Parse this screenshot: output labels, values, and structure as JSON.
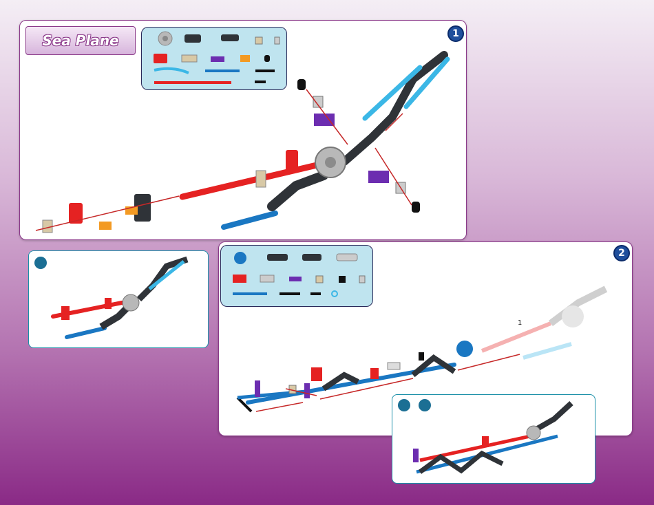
{
  "page": {
    "title": "Sea Plane",
    "steps": [
      "1",
      "2"
    ],
    "callout_number": "1"
  },
  "colors": {
    "page_gradient_top": "#f4eef5",
    "page_gradient_bottom": "#8a2a86",
    "panel_border": "#8b3a8a",
    "inset_border": "#1a8fa8",
    "parts_background": "#bfe4ef",
    "badge": "#1f4f9c",
    "red_rod": "#e52222",
    "blue_rod": "#1a77c2",
    "light_blue_rod": "#3bb7e6",
    "gray_connector": "#b8b8b8",
    "dark_connector": "#2f3338",
    "purple_connector": "#6c2db0",
    "orange_connector": "#f39a23",
    "tan_connector": "#d8c9a6",
    "assembly_arrow": "#c62828"
  },
  "icons": [
    "snowflake-connector-icon",
    "rod-icon",
    "clip-icon",
    "arrow-icon"
  ]
}
